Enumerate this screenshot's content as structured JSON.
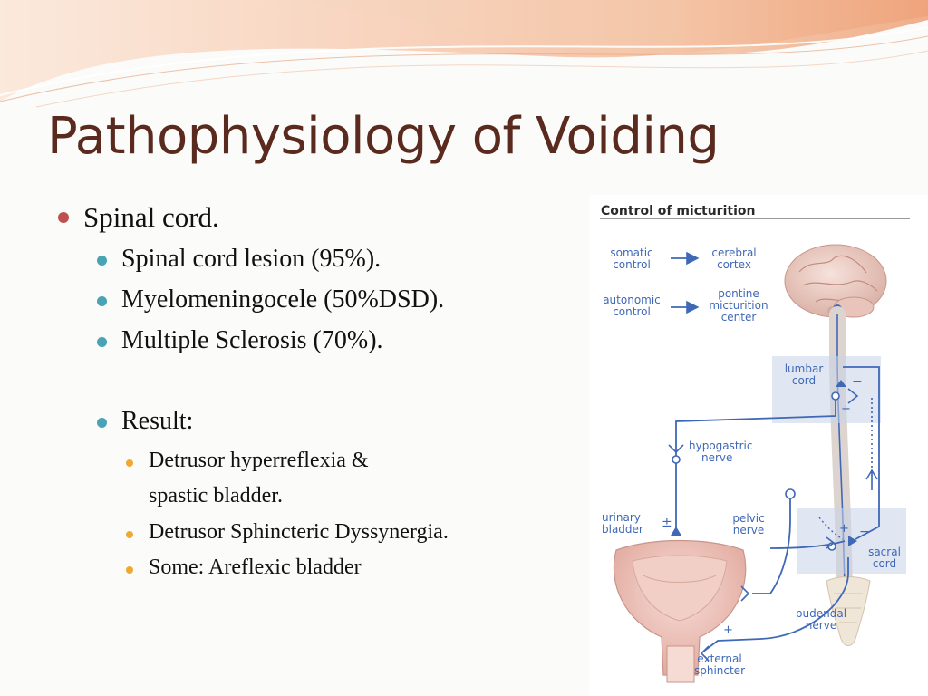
{
  "slide": {
    "title": "Pathophysiology of Voiding",
    "colors": {
      "title": "#5a2a1e",
      "bullet_l1": "#c0504d",
      "bullet_l2": "#4aa3b5",
      "bullet_l3": "#f0a830",
      "nerve_blue": "#3f68b7"
    },
    "bullets": {
      "l1_spinal": "Spinal cord.",
      "l2_lesion": "Spinal cord lesion (95%).",
      "l2_myelo": "Myelomeningocele (50%DSD).",
      "l2_ms": "Multiple Sclerosis (70%).",
      "l2_result": "Result:",
      "l3_hyper_a": "Detrusor hyperreflexia &",
      "l3_hyper_b": "spastic bladder.",
      "l3_dyss": "Detrusor Sphincteric  Dyssynergia.",
      "l3_areflex": "Some: Areflexic bladder"
    }
  },
  "diagram": {
    "header": "Control of micturition",
    "legend": {
      "somatic_1": "somatic",
      "somatic_2": "control",
      "cerebral_1": "cerebral",
      "cerebral_2": "cortex",
      "autonomic_1": "autonomic",
      "autonomic_2": "control",
      "pontine_1": "pontine",
      "pontine_2": "micturition",
      "pontine_3": "center"
    },
    "labels": {
      "lumbar_1": "lumbar",
      "lumbar_2": "cord",
      "hypogastric_1": "hypogastric",
      "hypogastric_2": "nerve",
      "urinary_1": "urinary",
      "urinary_2": "bladder",
      "pelvic_1": "pelvic",
      "pelvic_2": "nerve",
      "sacral_1": "sacral",
      "sacral_2": "cord",
      "pudendal_1": "pudendal",
      "pudendal_2": "nerve",
      "external_1": "external",
      "external_2": "sphincter"
    },
    "signs": {
      "plus": "+",
      "minus": "−",
      "plus_minus": "±"
    }
  }
}
